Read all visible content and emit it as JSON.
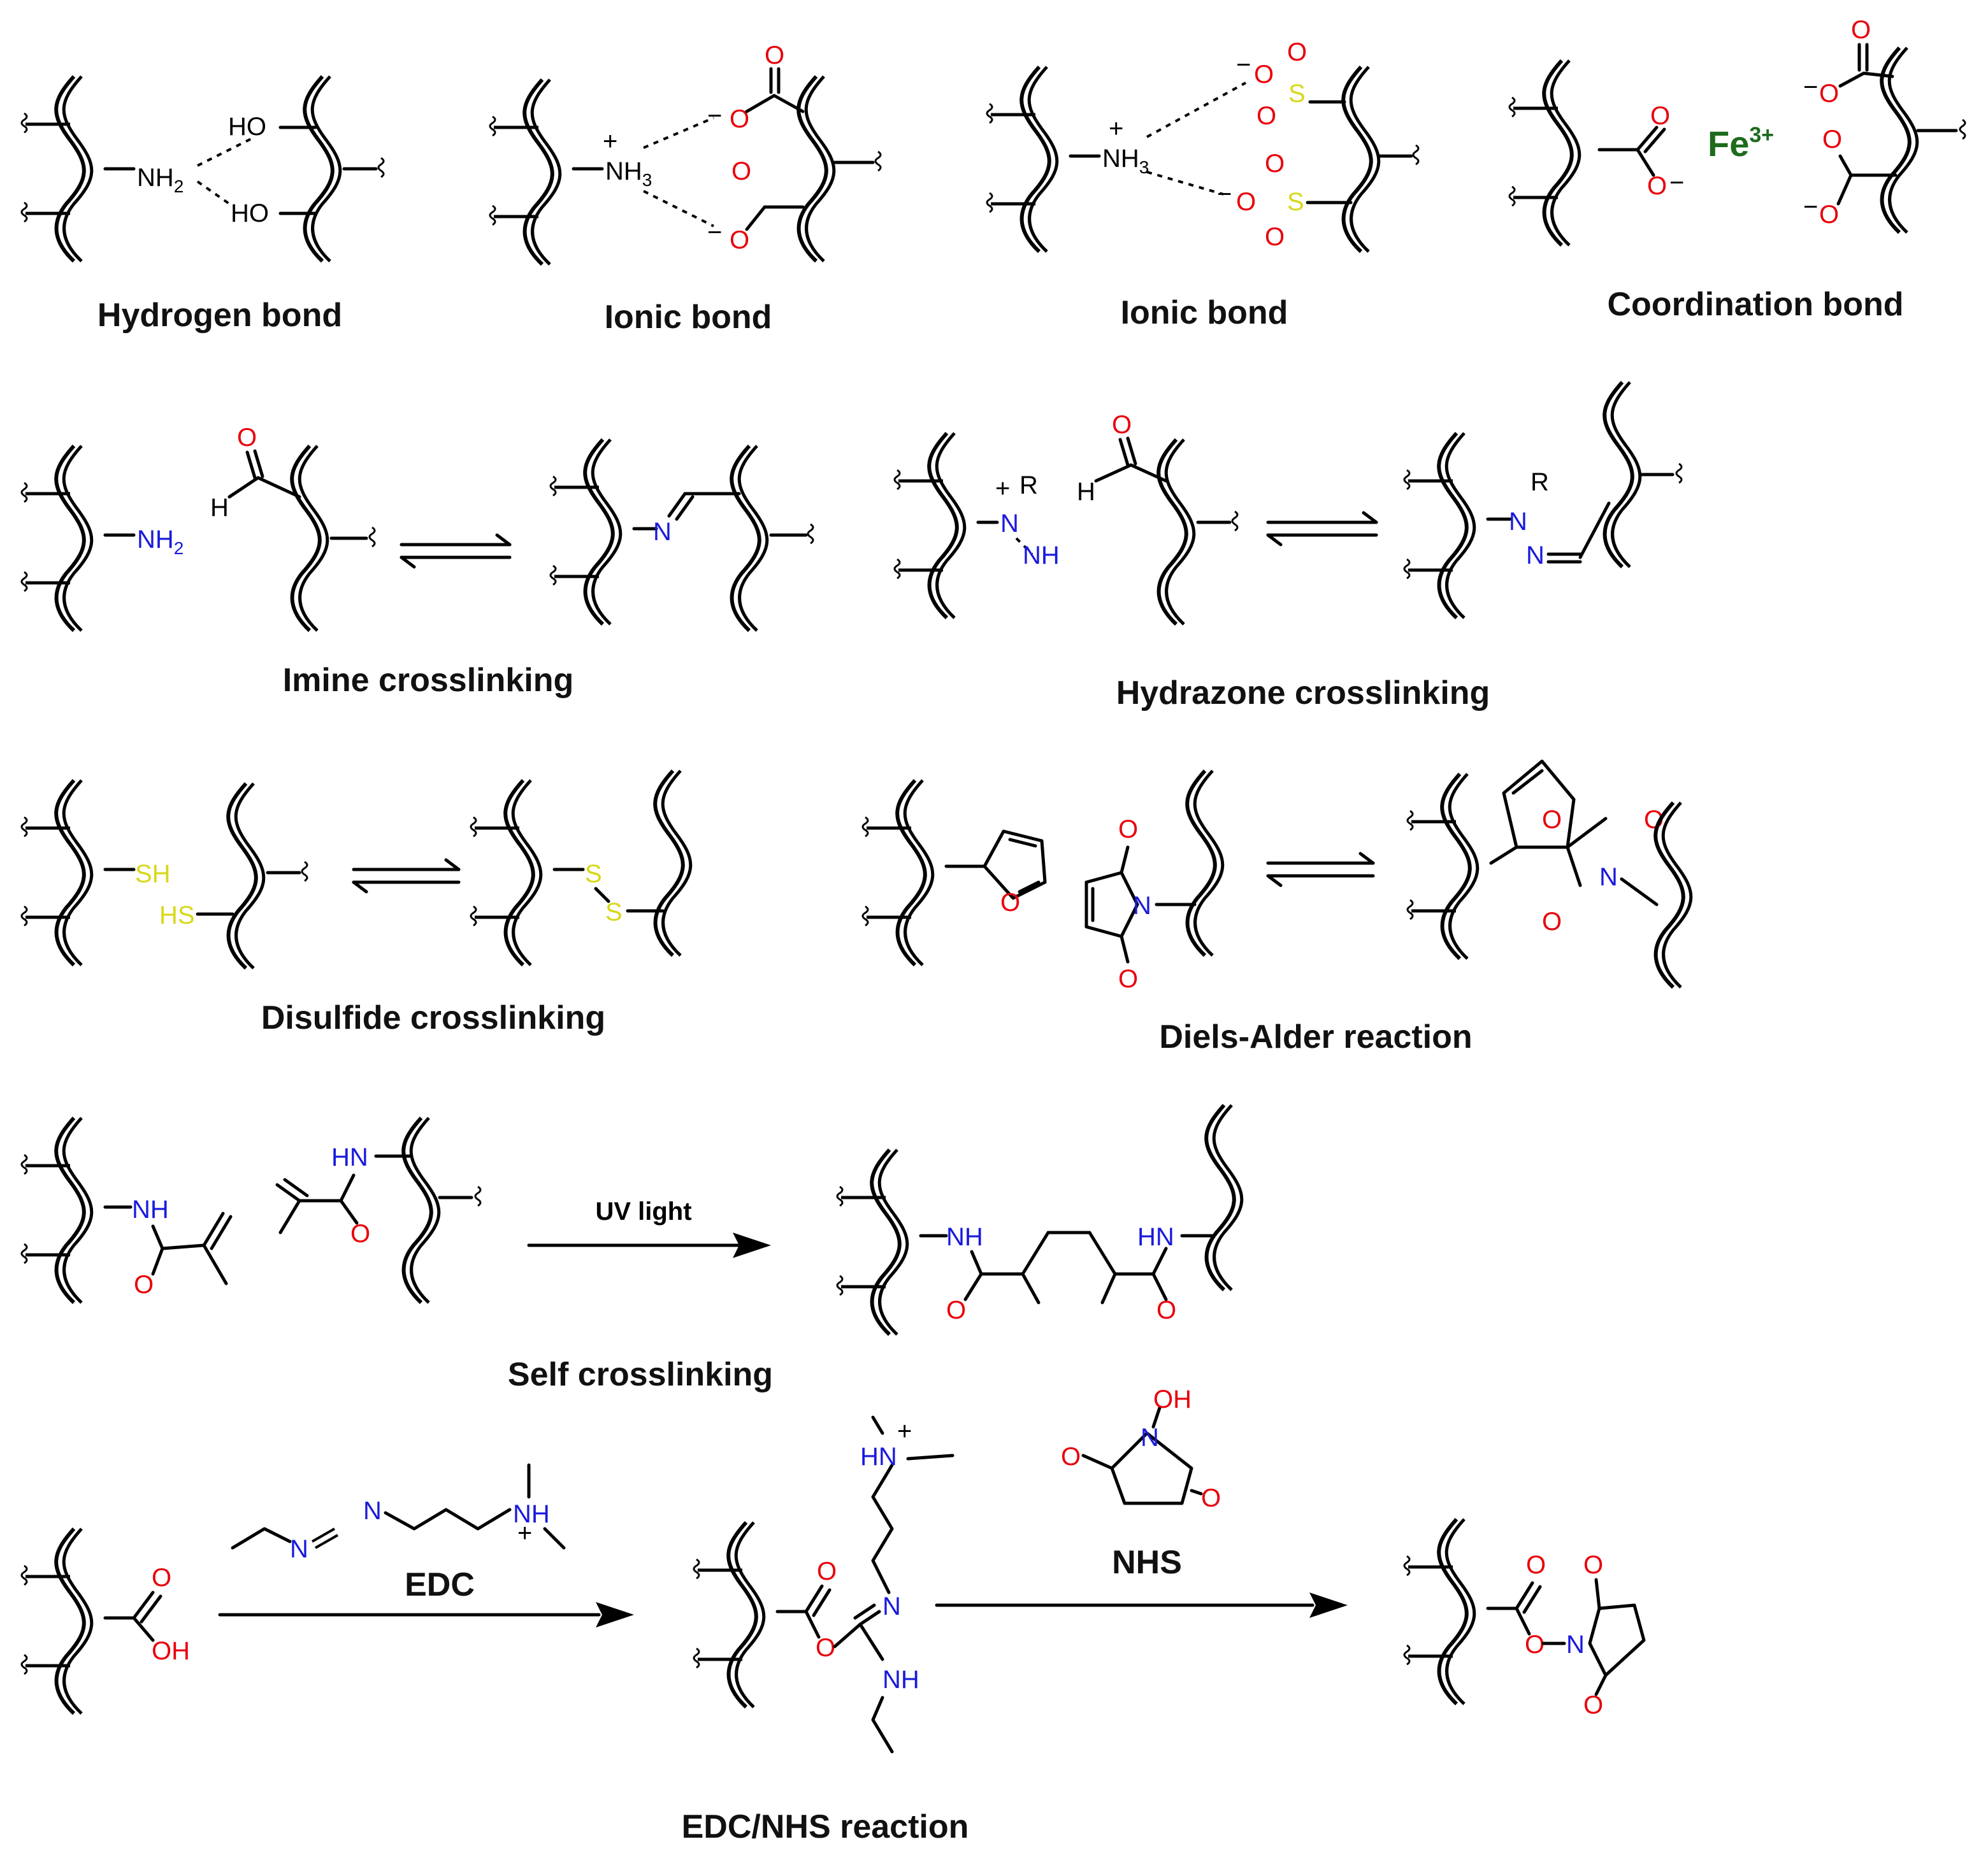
{
  "colors": {
    "oxygen": "#e8000b",
    "nitrogen": "#1a1adc",
    "sulfur": "#d8d81a",
    "iron": "#1d6b1d",
    "ink": "#000000"
  },
  "captions": {
    "hydrogen_bond": "Hydrogen bond",
    "ionic_bond_1": "Ionic bond",
    "ionic_bond_2": "Ionic bond",
    "coordination_bond": "Coordination bond",
    "imine": "Imine crosslinking",
    "hydrazone": "Hydrazone crosslinking",
    "disulfide": "Disulfide crosslinking",
    "diels_alder": "Diels-Alder reaction",
    "self": "Self crosslinking",
    "edc_nhs": "EDC/NHS reaction"
  },
  "reagents": {
    "uv": "UV light",
    "edc": "EDC",
    "nhs": "NHS"
  },
  "atoms": {
    "nh2": "NH",
    "sub2": "2",
    "nh3": "NH",
    "sub3": "3",
    "ho": "HO",
    "oh": "OH",
    "o": "O",
    "s": "S",
    "n": "N",
    "h": "H",
    "r": "R",
    "nh": "NH",
    "hn": "HN",
    "sh": "SH",
    "hs": "HS",
    "fe": "Fe",
    "fe_charge": "3+",
    "minus": "−",
    "plus": "+"
  }
}
